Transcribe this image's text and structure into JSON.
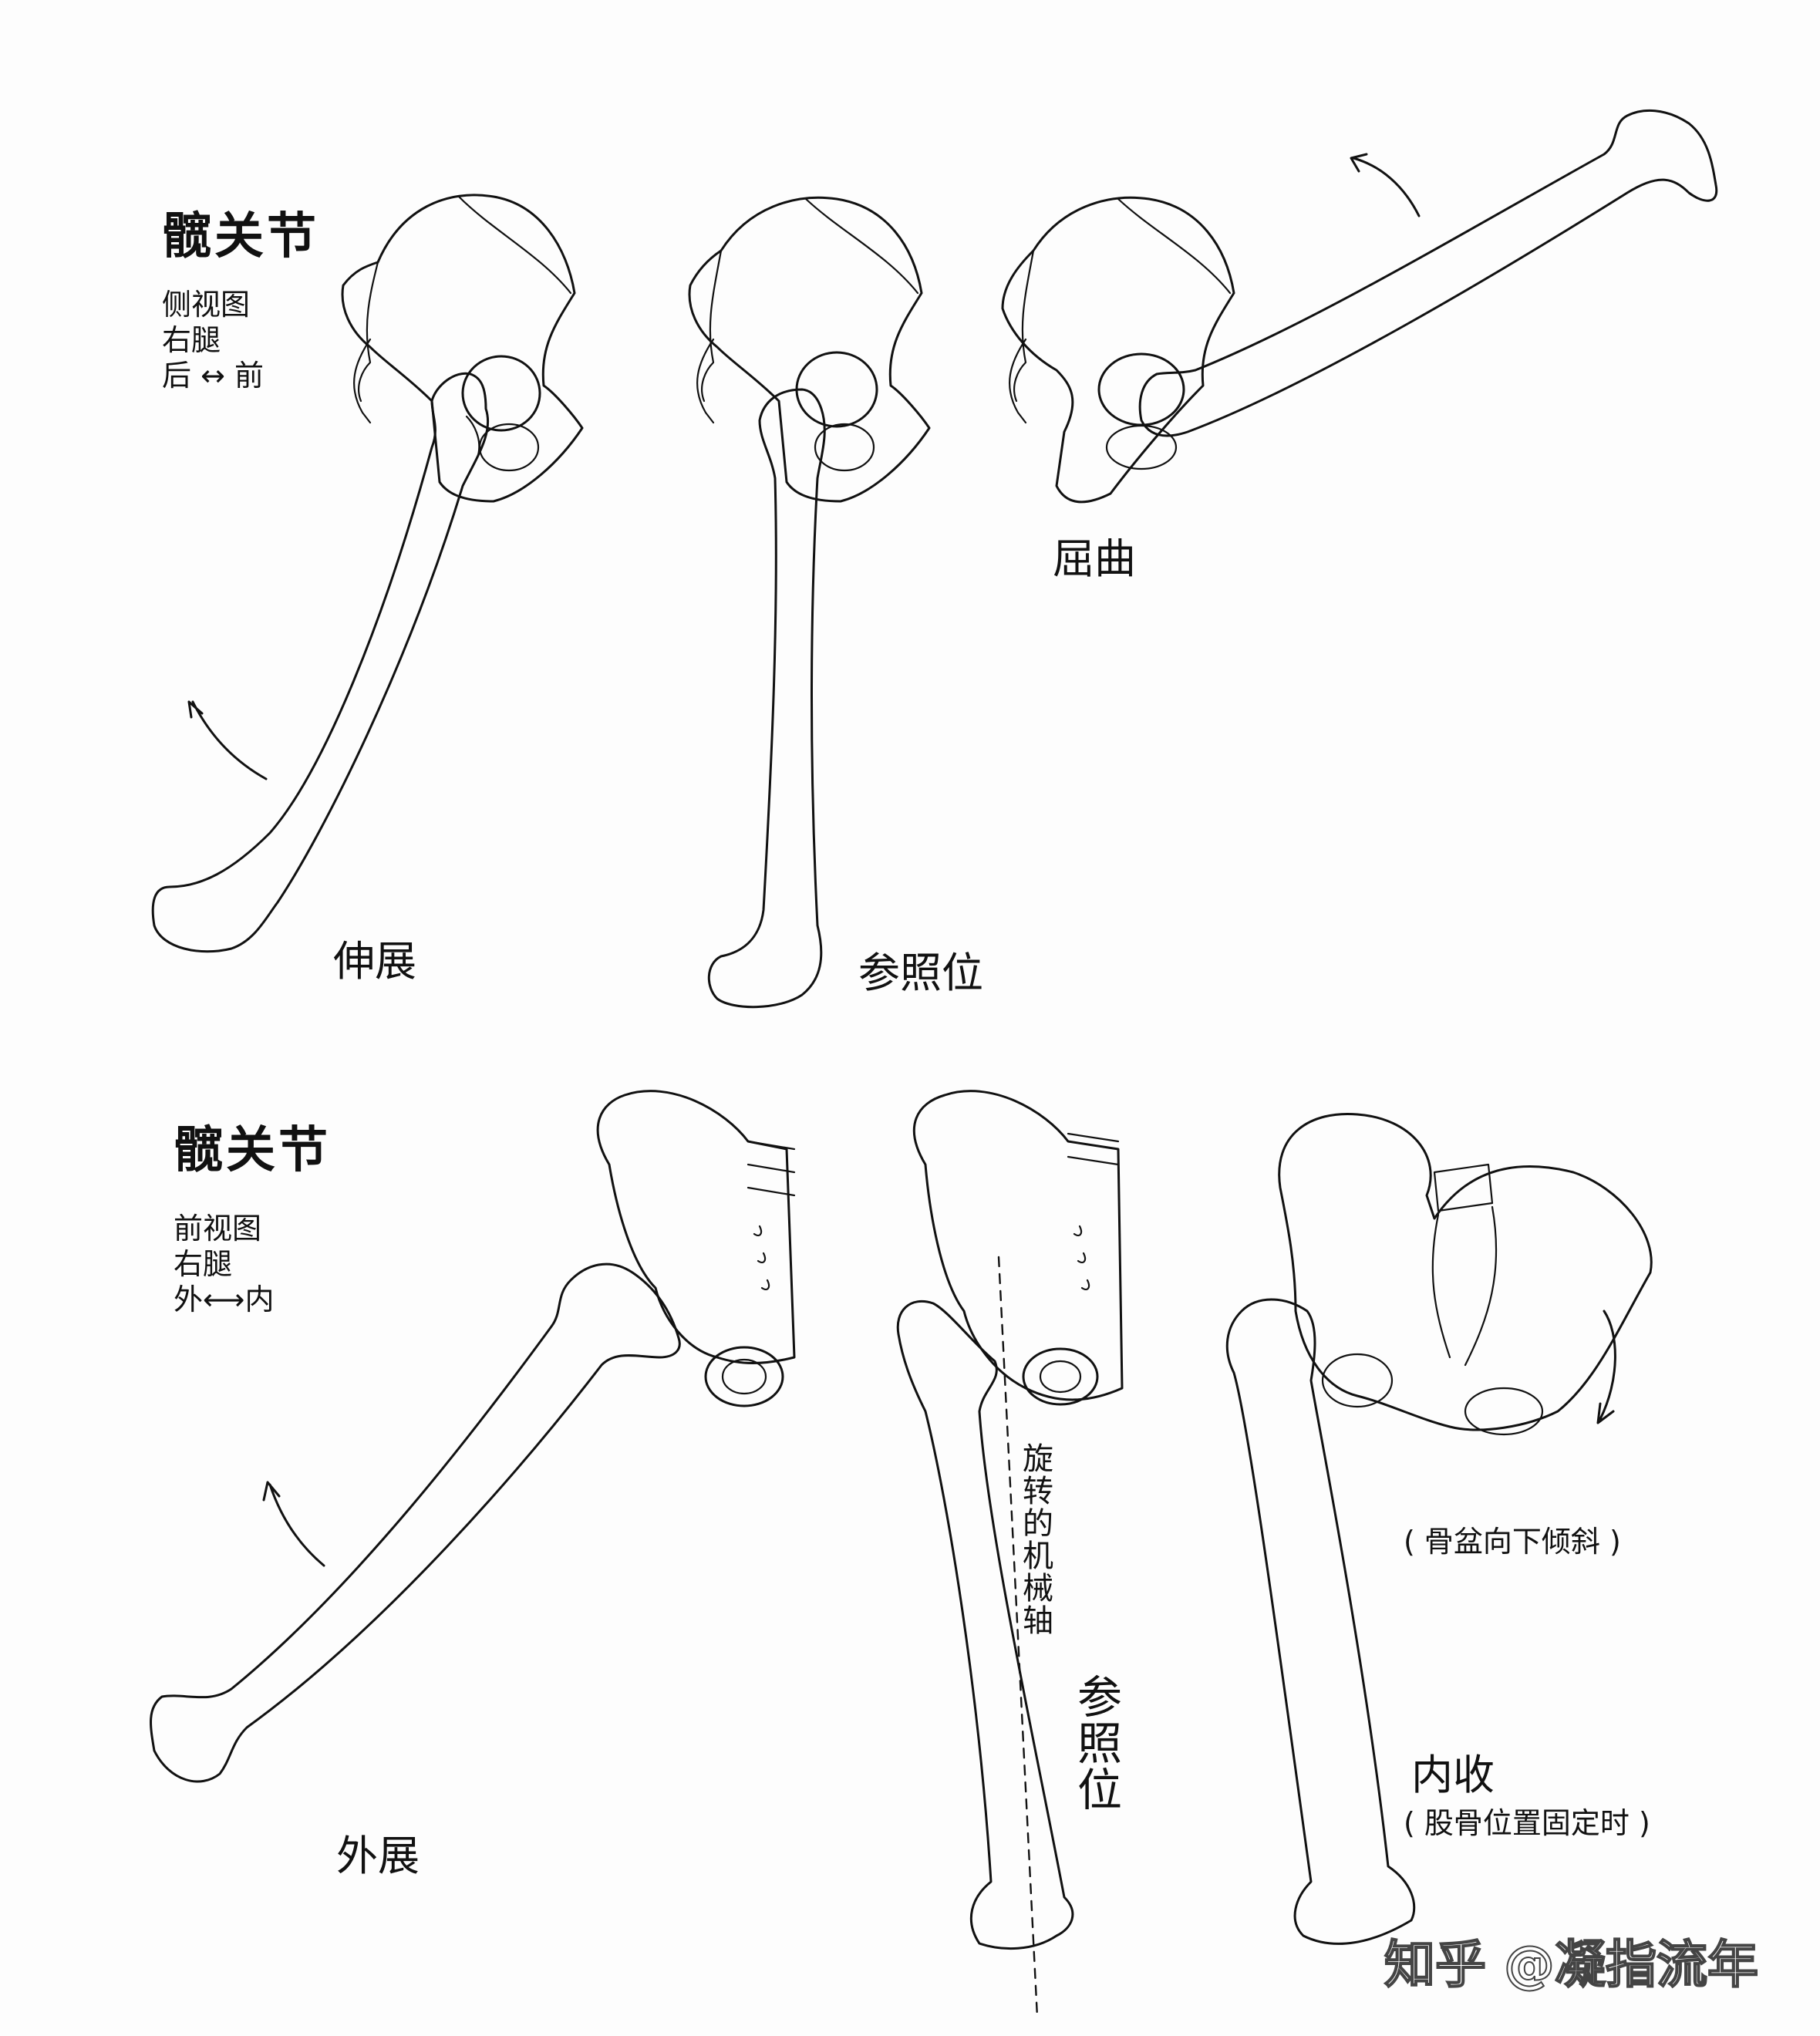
{
  "top_section": {
    "title": "髋关节",
    "subtitle_lines": "侧视图\n右腿\n后 ↔ 前",
    "labels": {
      "extension": "伸展",
      "reference": "参照位",
      "flexion": "屈曲"
    }
  },
  "bottom_section": {
    "title": "髋关节",
    "subtitle_lines": "前视图\n右腿\n外⟷内",
    "labels": {
      "abduction": "外展",
      "reference": "参照位",
      "rotation_axis": "旋转的机械轴",
      "adduction": "内收",
      "pelvis_note": "( 骨盆向下倾斜 )",
      "femur_note": "( 股骨位置固定时 )"
    }
  },
  "watermark": "知乎 @凝指流年"
}
